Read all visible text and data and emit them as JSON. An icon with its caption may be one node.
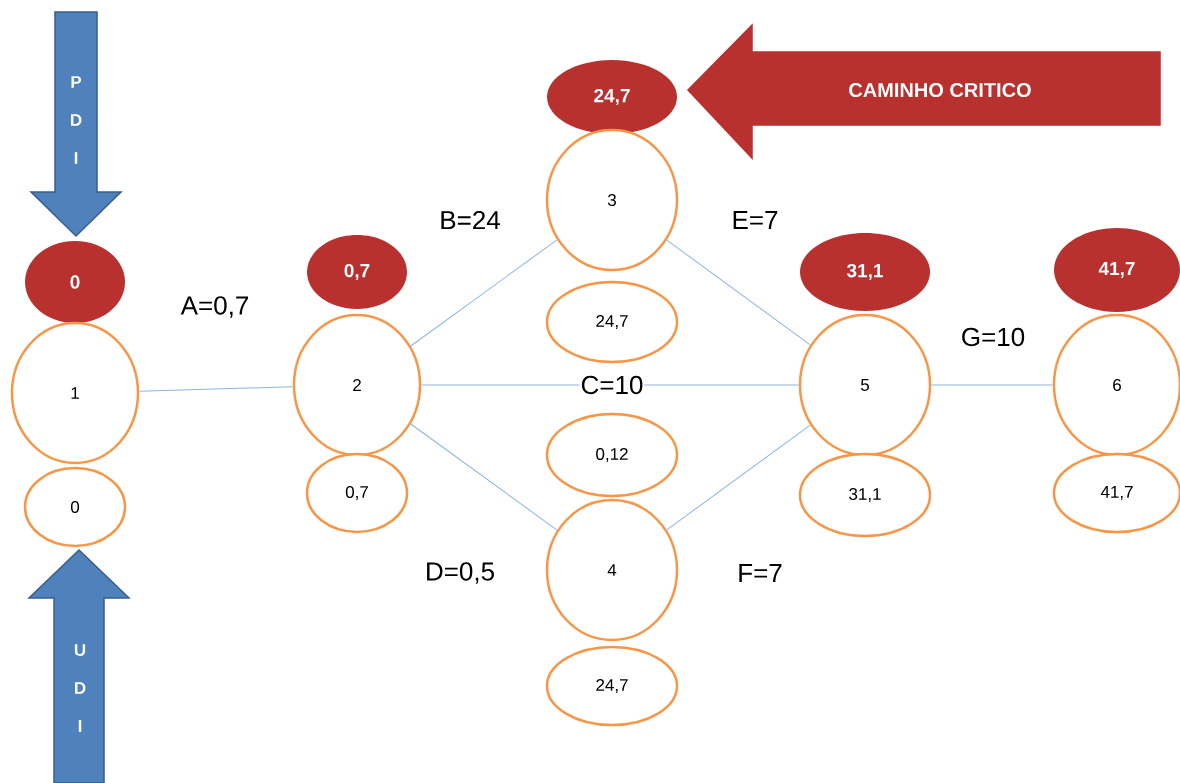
{
  "diagram": {
    "nodes": [
      {
        "text": [
          "P D I"
        ]
      },
      {
        "text": [
          "0"
        ]
      },
      {
        "text": [
          "1"
        ]
      },
      {
        "text": [
          "0"
        ]
      },
      {
        "text": [
          "U D I"
        ]
      },
      {
        "text": [
          "0,7"
        ]
      },
      {
        "text": [
          "2"
        ]
      },
      {
        "text": [
          "0,7"
        ]
      },
      {
        "text": [
          "CAMINHO CRITICO"
        ]
      },
      {
        "text": [
          "24,7"
        ]
      },
      {
        "text": [
          "3"
        ]
      },
      {
        "text": [
          "24,7"
        ]
      },
      {
        "text": [
          "0,12"
        ]
      },
      {
        "text": [
          "4"
        ]
      },
      {
        "text": [
          "24,7"
        ]
      },
      {
        "text": [
          "31,1"
        ]
      },
      {
        "text": [
          "5"
        ]
      },
      {
        "text": [
          "31,1"
        ]
      },
      {
        "text": [
          "41,7"
        ]
      },
      {
        "text": [
          "6"
        ]
      },
      {
        "text": [
          "41,7"
        ]
      }
    ],
    "edges": [
      {
        "from": 2,
        "to": 6,
        "arrow": "none",
        "label": "A=0,7"
      },
      {
        "from": 6,
        "to": 10,
        "arrow": "none",
        "label": "B=24"
      },
      {
        "from": 6,
        "to": 16,
        "arrow": "none",
        "label": "C=10"
      },
      {
        "from": 6,
        "to": 13,
        "arrow": "none",
        "label": "D=0,5"
      },
      {
        "from": 10,
        "to": 16,
        "arrow": "none",
        "label": "E=7"
      },
      {
        "from": 13,
        "to": 16,
        "arrow": "none",
        "label": "F=7"
      },
      {
        "from": 16,
        "to": 19,
        "arrow": "none",
        "label": "G=10"
      }
    ]
  }
}
